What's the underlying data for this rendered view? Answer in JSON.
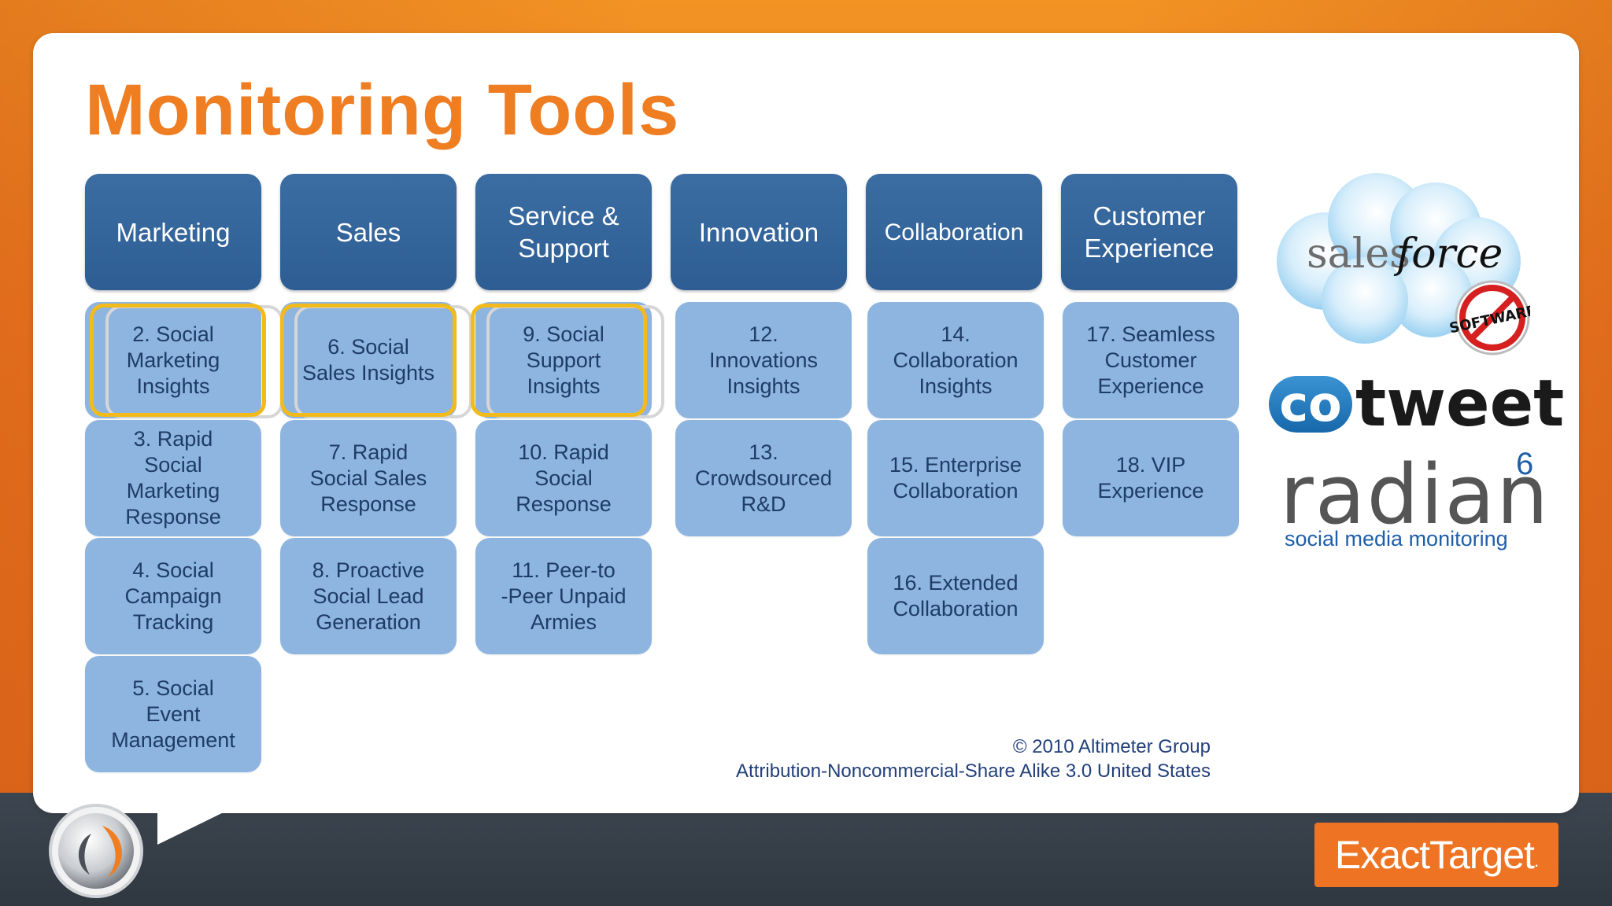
{
  "slide": {
    "title": "Monitoring Tools"
  },
  "columns": [
    {
      "header": "Marketing",
      "items": [
        "2. Social\nMarketing\nInsights",
        "3. Rapid\nSocial\nMarketing\nResponse",
        "4. Social\nCampaign\nTracking",
        "5. Social\nEvent\nManagement"
      ]
    },
    {
      "header": "Sales",
      "items": [
        "6. Social\nSales Insights",
        "7. Rapid\nSocial Sales\nResponse",
        "8. Proactive\nSocial Lead\nGeneration"
      ]
    },
    {
      "header": "Service &\nSupport",
      "items": [
        "9. Social\nSupport\nInsights",
        "10. Rapid\nSocial\nResponse",
        "11. Peer-to\n-Peer Unpaid\nArmies"
      ]
    },
    {
      "header": "Innovation",
      "items": [
        "12.\nInnovations\nInsights",
        "13.\nCrowdsourced\nR&D"
      ]
    },
    {
      "header": "Collaboration",
      "items": [
        "14.\nCollaboration\nInsights",
        "15. Enterprise\nCollaboration",
        "16. Extended\nCollaboration"
      ]
    },
    {
      "header": "Customer\nExperience",
      "items": [
        "17. Seamless\nCustomer\nExperience",
        "18. VIP\nExperience"
      ]
    }
  ],
  "highlighted_items": [
    "2. Social Marketing Insights",
    "6. Social Sales Insights",
    "9. Social Support Insights"
  ],
  "copyright": {
    "line1": "© 2010 Altimeter Group",
    "line2": "Attribution-Noncommercial-Share Alike 3.0 United States"
  },
  "logos": {
    "salesforce": {
      "sales": "sales",
      "force": "force",
      "badge": "SOFTWARE",
      "icon": "salesforce-cloud-icon"
    },
    "cotweet": {
      "co": "co",
      "tweet": "tweet"
    },
    "radian6": {
      "word": "radian",
      "superscript": "6",
      "tagline": "social media monitoring"
    },
    "exacttarget": {
      "text": "ExactTarget",
      "dot": "."
    }
  },
  "colors": {
    "title": "#ef7d22",
    "header_bg": "#2d5d93",
    "cell_bg": "#8db5df",
    "cell_text": "#1e3c66",
    "highlight": "#f2bb1b",
    "exacttarget_bg": "#ee7424"
  }
}
